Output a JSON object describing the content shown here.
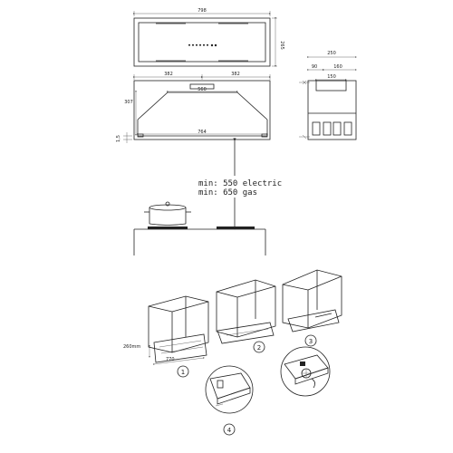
{
  "top_view": {
    "width_label": "798",
    "depth_label": "265"
  },
  "front_view": {
    "left_half_label": "382",
    "right_half_label": "382",
    "inner_label": "560",
    "height_label": "307",
    "bottom_width_label": "764",
    "offset_label": "1,5"
  },
  "side_view": {
    "total_label": "250",
    "left_label": "90",
    "right_label": "160",
    "outlet_label": "150"
  },
  "clearance": {
    "line1": "min: 550 electric",
    "line2": "min: 650 gas"
  },
  "install": {
    "cutout_height_label": "260mm",
    "cutout_width_label": "770",
    "steps": [
      "1",
      "2",
      "3",
      "4"
    ]
  }
}
